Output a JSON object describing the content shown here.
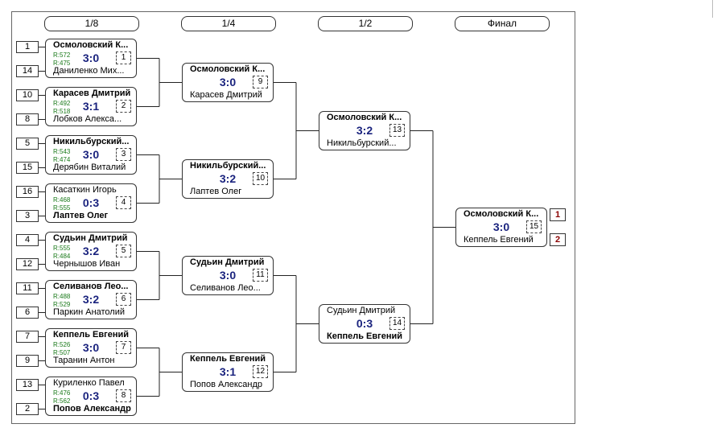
{
  "rounds": [
    "1/8",
    "1/4",
    "1/2",
    "Финал"
  ],
  "seeds": [
    "1",
    "14",
    "10",
    "8",
    "5",
    "15",
    "16",
    "3",
    "4",
    "12",
    "11",
    "6",
    "7",
    "9",
    "13",
    "2"
  ],
  "matches": [
    {
      "p1": "Осмоловский К...",
      "p1_win": true,
      "p2": "Даниленко Мих...",
      "p2_win": false,
      "r1": "R:572",
      "r2": "R:475",
      "score": "3:0",
      "num": "1"
    },
    {
      "p1": "Карасев Дмитрий",
      "p1_win": true,
      "p2": "Лобков Алекса...",
      "p2_win": false,
      "r1": "R:492",
      "r2": "R:518",
      "score": "3:1",
      "num": "2"
    },
    {
      "p1": "Никильбурский...",
      "p1_win": true,
      "p2": "Дерябин Виталий",
      "p2_win": false,
      "r1": "R:543",
      "r2": "R:474",
      "score": "3:0",
      "num": "3"
    },
    {
      "p1": "Касаткин Игорь",
      "p1_win": false,
      "p2": "Лаптев Олег",
      "p2_win": true,
      "r1": "R:468",
      "r2": "R:555",
      "score": "0:3",
      "num": "4"
    },
    {
      "p1": "Судьин Дмитрий",
      "p1_win": true,
      "p2": "Чернышов Иван",
      "p2_win": false,
      "r1": "R:555",
      "r2": "R:484",
      "score": "3:2",
      "num": "5"
    },
    {
      "p1": "Селиванов Лео...",
      "p1_win": true,
      "p2": "Паркин Анатолий",
      "p2_win": false,
      "r1": "R:488",
      "r2": "R:529",
      "score": "3:2",
      "num": "6"
    },
    {
      "p1": "Кеппель Евгений",
      "p1_win": true,
      "p2": "Таранин Антон",
      "p2_win": false,
      "r1": "R:526",
      "r2": "R:507",
      "score": "3:0",
      "num": "7"
    },
    {
      "p1": "Куриленко Павел",
      "p1_win": false,
      "p2": "Попов Александр",
      "p2_win": true,
      "r1": "R:476",
      "r2": "R:562",
      "score": "0:3",
      "num": "8"
    },
    {
      "p1": "Осмоловский К...",
      "p1_win": true,
      "p2": "Карасев Дмитрий",
      "p2_win": false,
      "score": "3:0",
      "num": "9"
    },
    {
      "p1": "Никильбурский...",
      "p1_win": true,
      "p2": "Лаптев Олег",
      "p2_win": false,
      "score": "3:2",
      "num": "10"
    },
    {
      "p1": "Судьин Дмитрий",
      "p1_win": true,
      "p2": "Селиванов Лео...",
      "p2_win": false,
      "score": "3:0",
      "num": "11"
    },
    {
      "p1": "Кеппель Евгений",
      "p1_win": true,
      "p2": "Попов Александр",
      "p2_win": false,
      "score": "3:1",
      "num": "12"
    },
    {
      "p1": "Осмоловский К...",
      "p1_win": true,
      "p2": "Никильбурский...",
      "p2_win": false,
      "score": "3:2",
      "num": "13"
    },
    {
      "p1": "Судьин Дмитрий",
      "p1_win": false,
      "p2": "Кеппель Евгений",
      "p2_win": true,
      "score": "0:3",
      "num": "14"
    },
    {
      "p1": "Осмоловский К...",
      "p1_win": true,
      "p2": "Кеппель Евгений",
      "p2_win": false,
      "score": "3:0",
      "num": "15"
    }
  ],
  "places": [
    "1",
    "2"
  ]
}
